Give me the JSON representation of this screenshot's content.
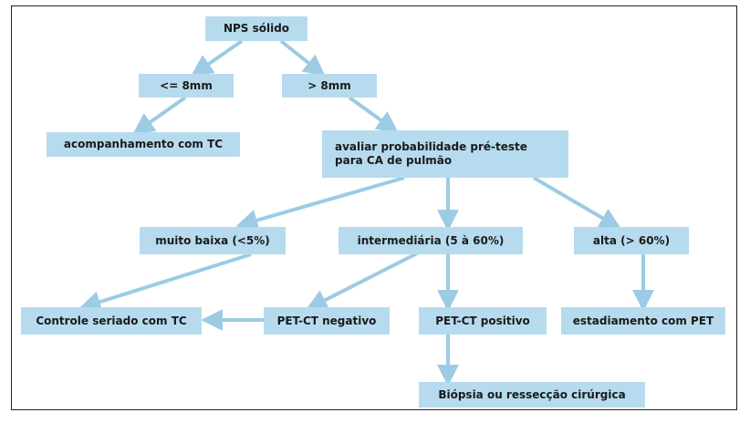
{
  "diagram": {
    "accent_box": "#b7dbee",
    "arrow_color": "#9ccbe4",
    "nodes": {
      "root": "NPS sólido",
      "le8": "<= 8mm",
      "gt8": "> 8mm",
      "follow": "acompanhamento com TC",
      "assess_line1": "avaliar probabilidade pré-teste",
      "assess_line2": "para CA de pulmão",
      "low": "muito baixa (<5%)",
      "mid": "intermediária (5 à 60%)",
      "high": "alta (> 60%)",
      "serial": "Controle seriado com TC",
      "pet_neg": "PET-CT negativo",
      "pet_pos": "PET-CT positivo",
      "staging": "estadiamento com PET",
      "biopsy": "Biópsia ou ressecção cirúrgica"
    }
  }
}
